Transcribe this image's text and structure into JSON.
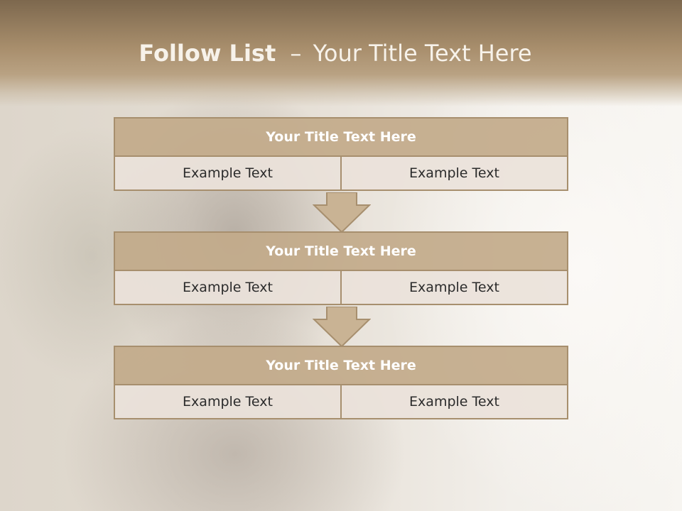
{
  "slide": {
    "title_bold": "Follow List",
    "title_separator": "–",
    "title_rest": "Your Title Text Here"
  },
  "steps": [
    {
      "title": "Your Title Text Here",
      "left": "Example Text",
      "right": "Example Text"
    },
    {
      "title": "Your Title Text Here",
      "left": "Example Text",
      "right": "Example Text"
    },
    {
      "title": "Your Title Text Here",
      "left": "Example Text",
      "right": "Example Text"
    }
  ],
  "colors": {
    "header": "#a88e6c",
    "box_title_fill": "#c2aa8a",
    "box_cell_fill": "#eae2da",
    "border": "#a78f6e",
    "arrow_fill": "#c9b394"
  },
  "icons": {
    "connector": "down-arrow-icon"
  }
}
